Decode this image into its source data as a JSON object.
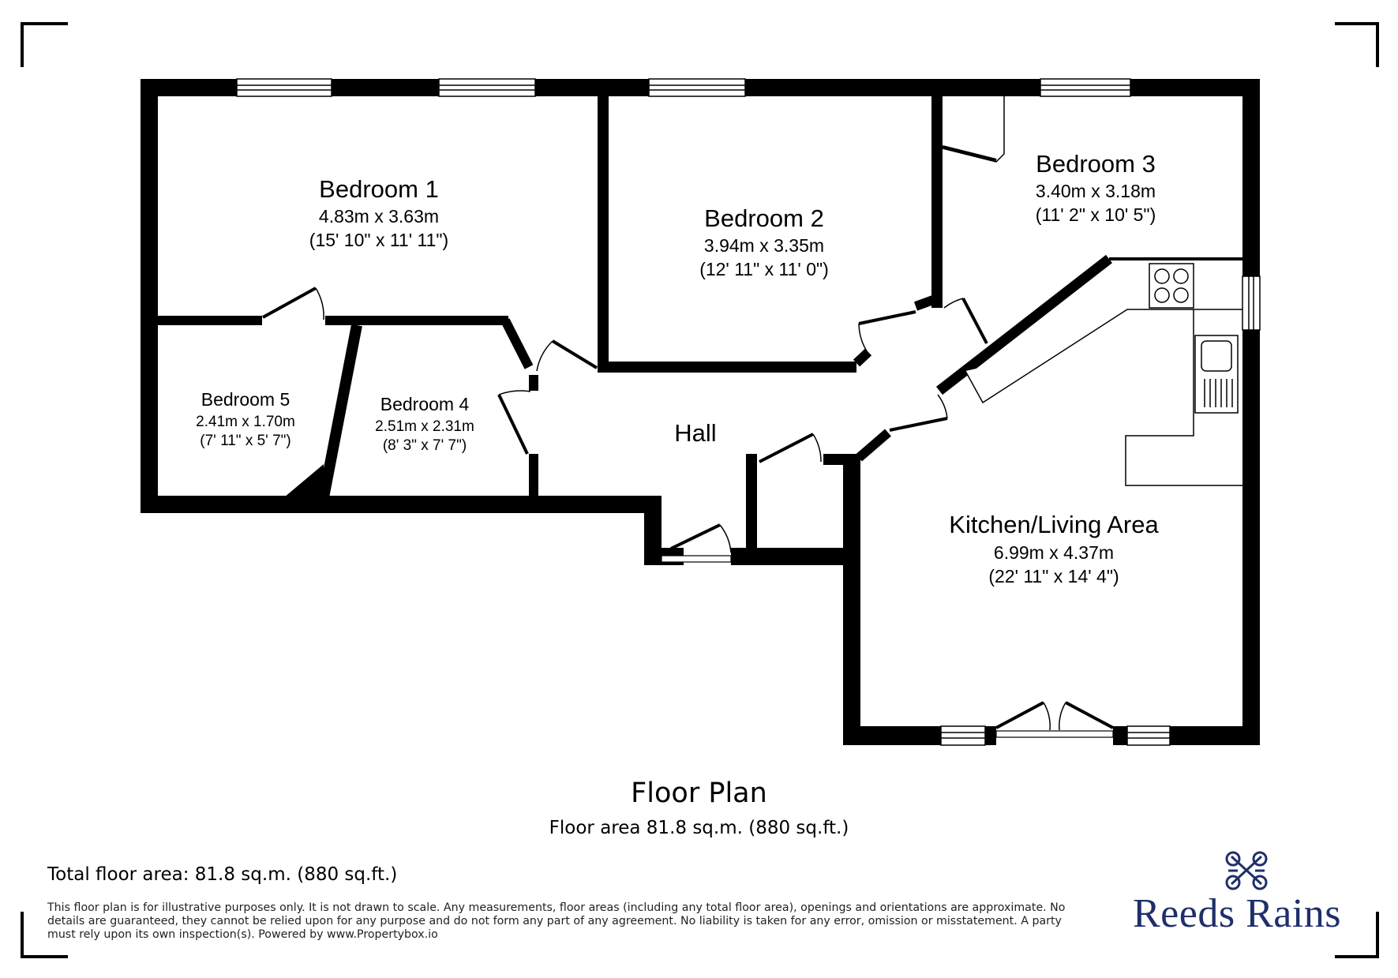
{
  "rooms": {
    "bedroom1": {
      "name": "Bedroom 1",
      "metric": "4.83m x 3.63m",
      "imperial": "(15' 10\" x 11' 11\")"
    },
    "bedroom2": {
      "name": "Bedroom 2",
      "metric": "3.94m x 3.35m",
      "imperial": "(12' 11\" x 11' 0\")"
    },
    "bedroom3": {
      "name": "Bedroom 3",
      "metric": "3.40m x 3.18m",
      "imperial": "(11' 2\" x 10' 5\")"
    },
    "bedroom4": {
      "name": "Bedroom 4",
      "metric": "2.51m x 2.31m",
      "imperial": "(8' 3\" x 7' 7\")"
    },
    "bedroom5": {
      "name": "Bedroom 5",
      "metric": "2.41m x 1.70m",
      "imperial": "(7' 11\" x 5' 7\")"
    },
    "hall": {
      "name": "Hall"
    },
    "kitchen": {
      "name": "Kitchen/Living Area",
      "metric": "6.99m x 4.37m",
      "imperial": "(22' 11\" x 14' 4\")"
    }
  },
  "footer": {
    "title": "Floor Plan",
    "floor_area": "Floor area 81.8 sq.m. (880 sq.ft.)",
    "total_area": "Total floor area: 81.8 sq.m. (880 sq.ft.)",
    "disclaimer": "This floor plan is for illustrative purposes only. It is not drawn to scale. Any measurements, floor areas (including any total floor area), openings and orientations are approximate. No details are guaranteed, they cannot be relied upon for any purpose and do not form any part of any agreement. No liability is taken for any error, omission or misstatement. A party must rely upon its own inspection(s). Powered by www.Propertybox.io"
  },
  "brand": {
    "name": "Reeds Rains",
    "color": "#1f2f6b",
    "icon": "crossed-keys-icon"
  },
  "colors": {
    "wall": "#000000",
    "background": "#ffffff"
  }
}
